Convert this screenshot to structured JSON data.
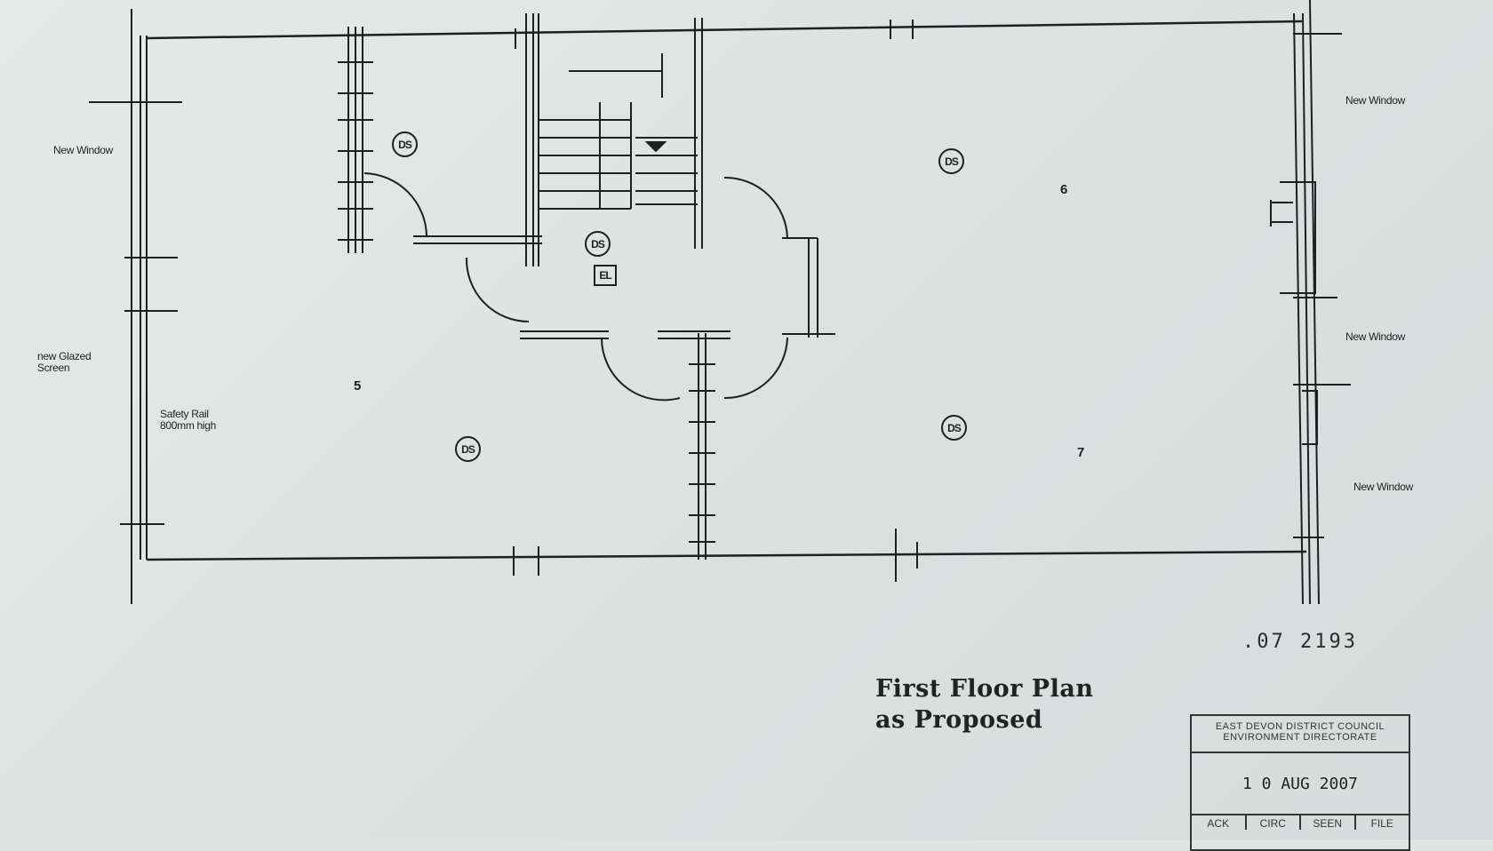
{
  "drawing": {
    "title_line1": "First Floor Plan",
    "title_line2": "as Proposed",
    "reference": ".07 2193"
  },
  "annotations": {
    "new_window_left": "New Window",
    "new_glazed_screen": "new Glazed Screen",
    "safety_rail": "Safety Rail 800mm high",
    "new_window_right_top": "New Window",
    "new_window_right_mid": "New Window",
    "new_window_right_low": "New Window"
  },
  "rooms": {
    "room_5": "5",
    "room_6": "6",
    "room_7": "7"
  },
  "symbols": {
    "ds": "DS",
    "el": "EL"
  },
  "stamp": {
    "council": "EAST DEVON DISTRICT COUNCIL",
    "directorate": "ENVIRONMENT DIRECTORATE",
    "date": "1 0 AUG 2007",
    "cells": [
      "ACK",
      "CIRC",
      "SEEN",
      "FILE"
    ]
  }
}
